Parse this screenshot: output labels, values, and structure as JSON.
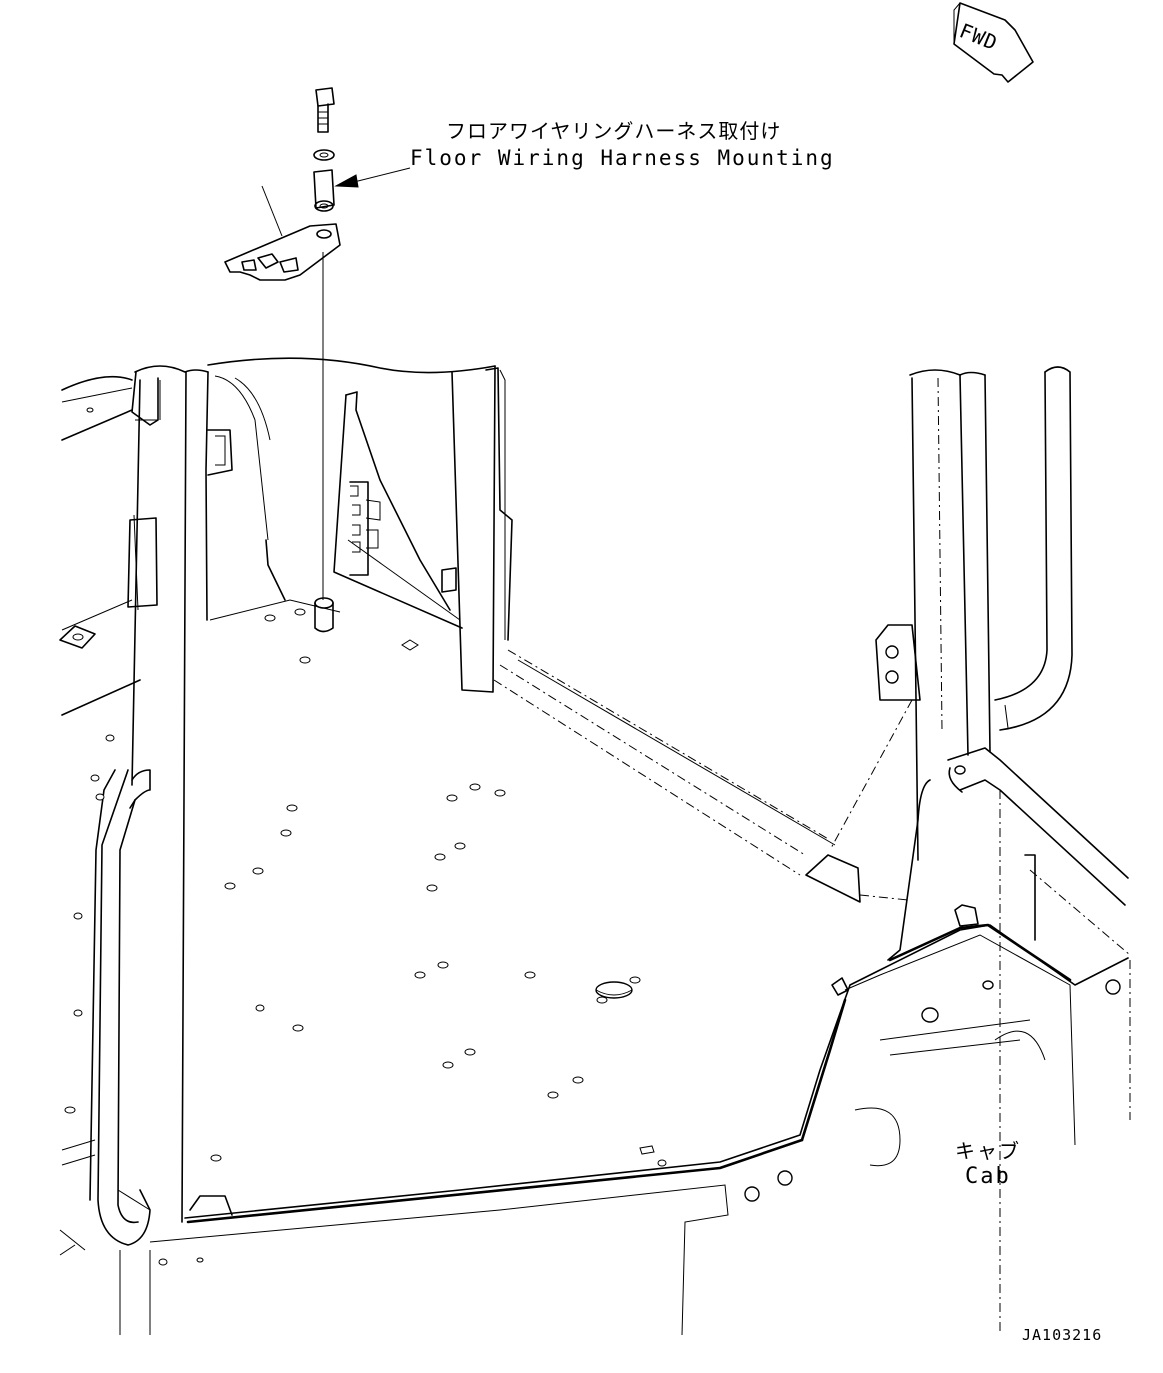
{
  "callout": {
    "label_ja": "フロアワイヤリングハーネス取付け",
    "label_en": "Floor Wiring Harness Mounting"
  },
  "cab": {
    "label_ja": "キャブ",
    "label_en": "Cab"
  },
  "direction_marker": {
    "label": "FWD"
  },
  "drawing_number": "JA103216"
}
